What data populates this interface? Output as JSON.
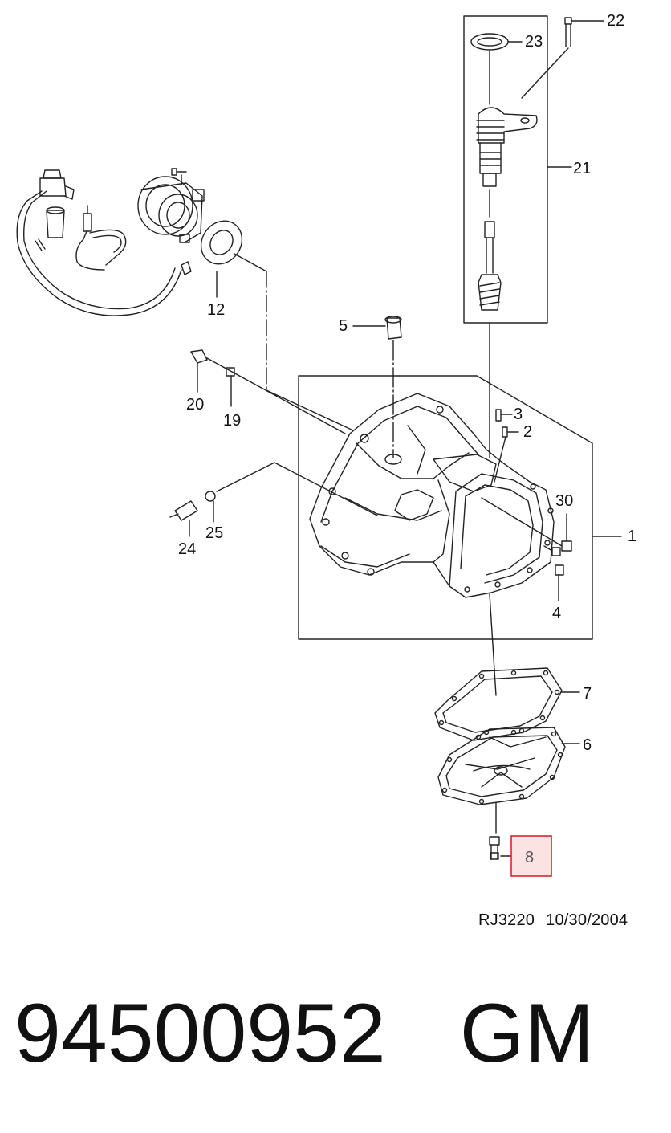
{
  "callouts": {
    "c1": "1",
    "c2": "2",
    "c3": "3",
    "c4": "4",
    "c5": "5",
    "c6": "6",
    "c7": "7",
    "c8": "8",
    "c12": "12",
    "c19": "19",
    "c20": "20",
    "c21": "21",
    "c22": "22",
    "c23": "23",
    "c24": "24",
    "c25": "25",
    "c30": "30"
  },
  "highlight_color": "#d9262c",
  "highlight_fill": "#fbe3e4",
  "reference": {
    "code": "RJ3220",
    "date": "10/30/2004"
  },
  "part": {
    "number": "94500952",
    "brand": "GM"
  }
}
